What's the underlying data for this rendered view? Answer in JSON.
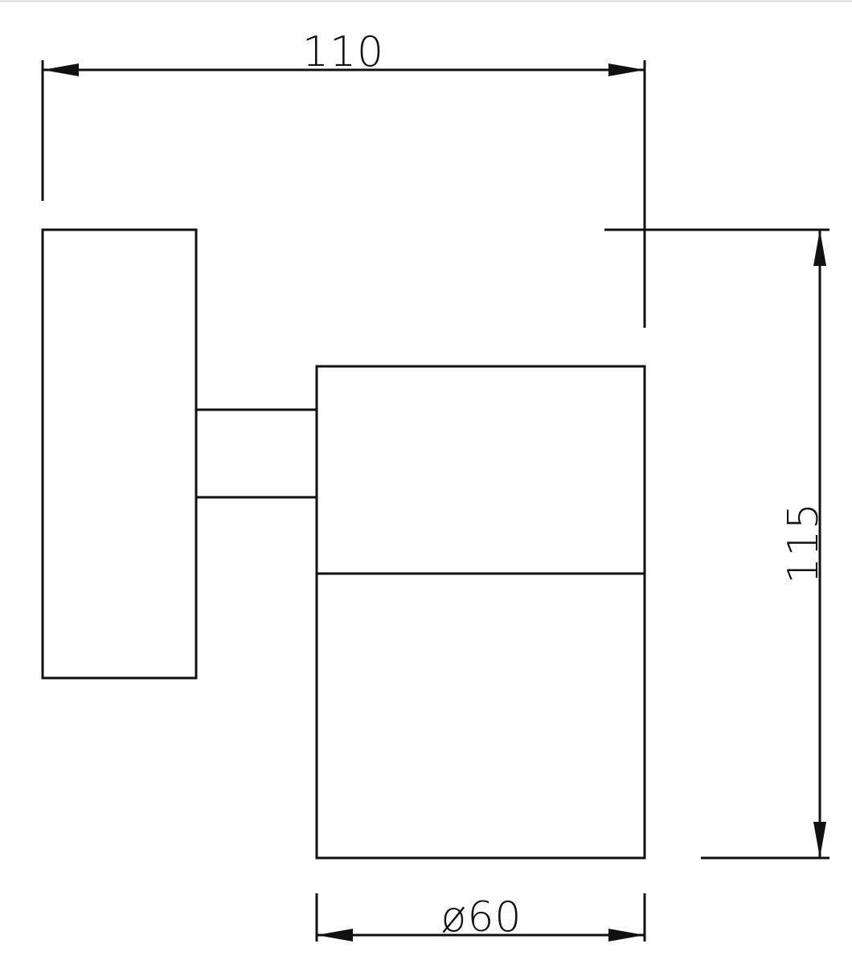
{
  "dimensions": {
    "width": {
      "label": "110"
    },
    "height": {
      "label": "115"
    },
    "diameter": {
      "label": "ø60"
    }
  },
  "colors": {
    "line": "#111111",
    "background": "#ffffff"
  }
}
